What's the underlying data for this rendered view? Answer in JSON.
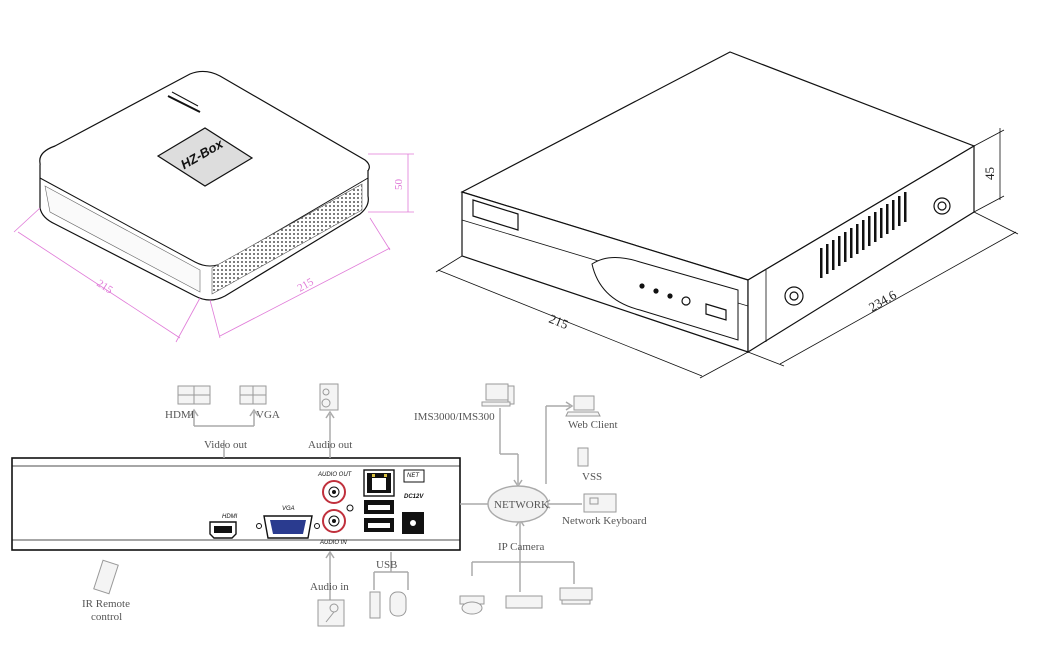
{
  "dimensions": {
    "small_box": {
      "width": "215",
      "depth": "215",
      "height": "50"
    },
    "large_box": {
      "width": "215",
      "depth": "234.6",
      "height": "45"
    }
  },
  "device_logo": "HZ-Box",
  "panel_labels": {
    "hdmi": "HDMI",
    "vga": "VGA",
    "audio_out": "AUDIO OUT",
    "audio_in": "AUDIO IN",
    "net": "NET",
    "dc": "DC12V"
  },
  "peripherals": {
    "hdmi": "HDMI",
    "vga": "VGA",
    "video_out": "Video out",
    "audio_out": "Audio out",
    "audio_in": "Audio in",
    "usb": "USB",
    "ir_remote_line1": "IR Remote",
    "ir_remote_line2": "control",
    "ims": "IMS3000/IMS300",
    "web_client": "Web Client",
    "vss": "VSS",
    "network": "NETWORK",
    "network_keyboard": "Network Keyboard",
    "ip_camera": "IP Camera"
  },
  "colors": {
    "dimension_lines": "#e07ad8",
    "connector_lines": "#aaaaaa",
    "outline": "#111111"
  }
}
